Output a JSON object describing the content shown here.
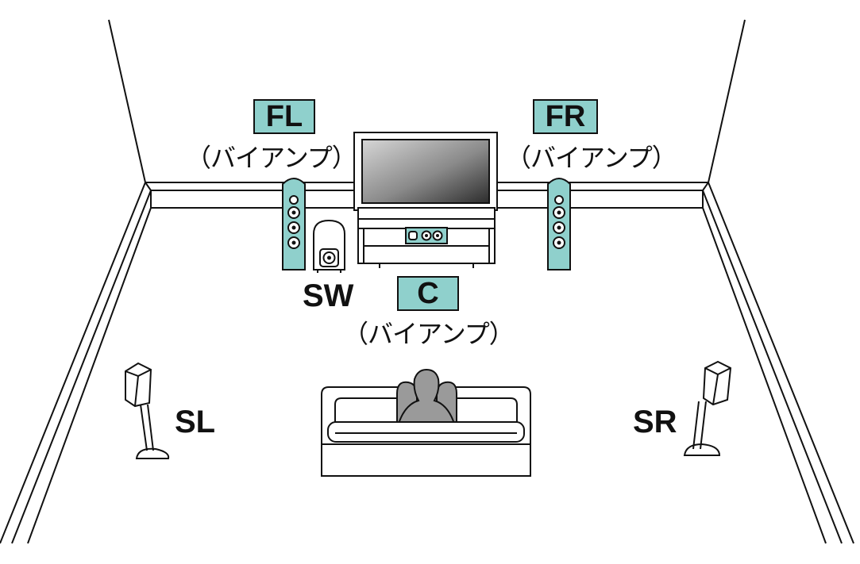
{
  "colors": {
    "accent": "#8fd0cc",
    "outline": "#111111",
    "person": "#9a9a9a"
  },
  "speakers": {
    "fl": {
      "label": "FL",
      "note": "（バイアンプ）"
    },
    "fr": {
      "label": "FR",
      "note": "（バイアンプ）"
    },
    "c": {
      "label": "C",
      "note": "（バイアンプ）"
    },
    "sw": {
      "label": "SW"
    },
    "sl": {
      "label": "SL"
    },
    "sr": {
      "label": "SR"
    }
  }
}
